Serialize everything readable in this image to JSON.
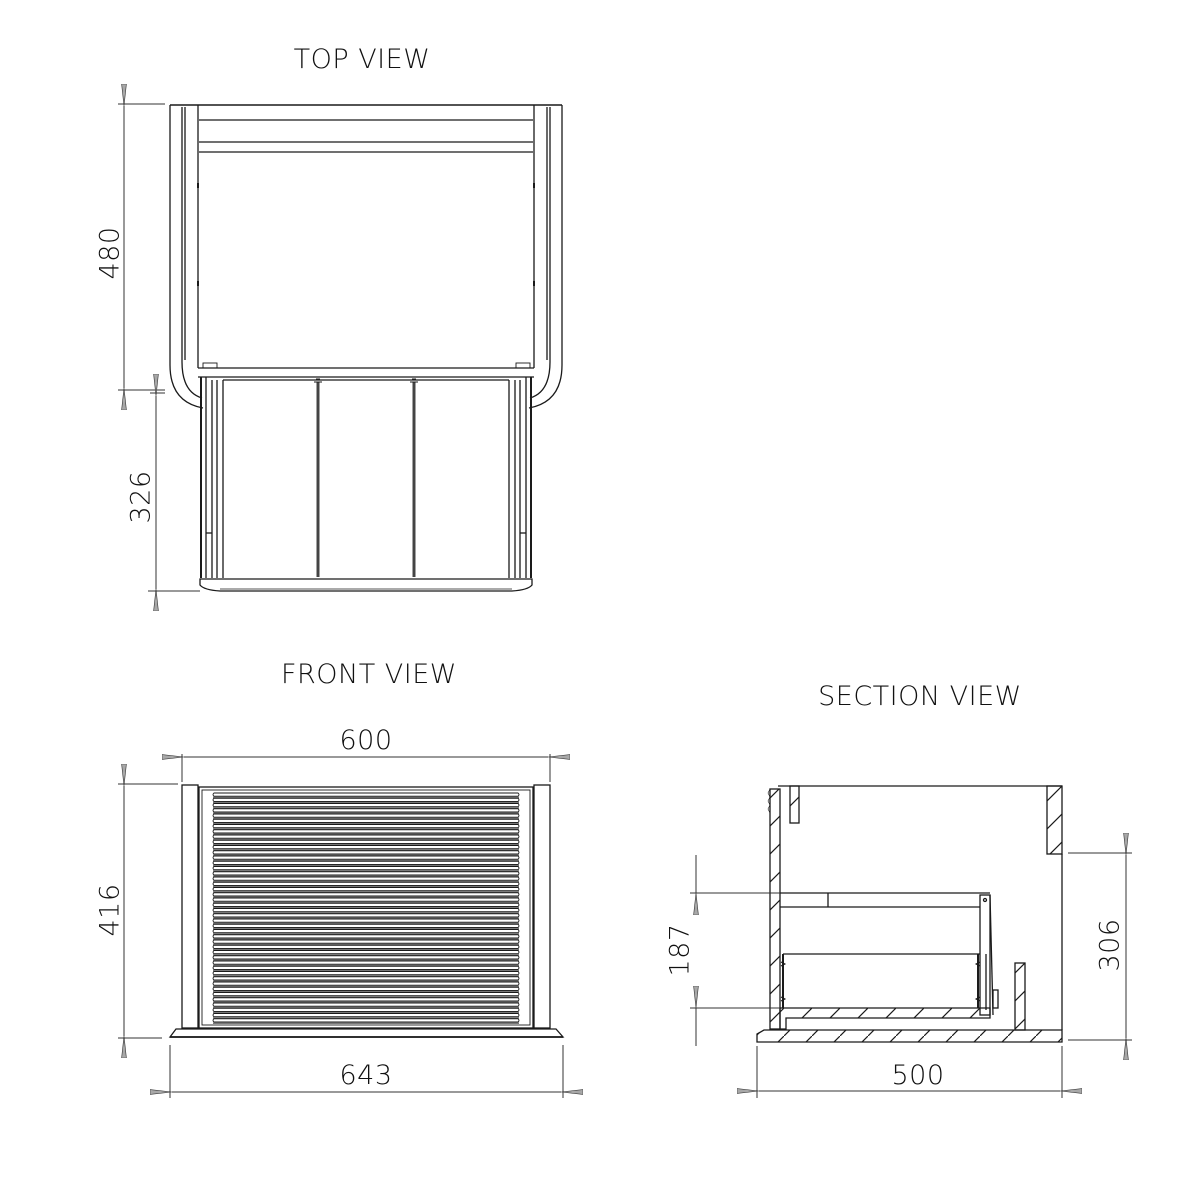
{
  "views": {
    "top": {
      "title": "TOP VIEW",
      "dimensions": {
        "depth_mm": "480",
        "extension_mm": "326"
      }
    },
    "front": {
      "title": "FRONT VIEW",
      "dimensions": {
        "inner_width_mm": "600",
        "base_width_mm": "643",
        "height_mm": "416"
      },
      "slat_count": 44
    },
    "section": {
      "title": "SECTION VIEW",
      "dimensions": {
        "drawer_height_mm": "187",
        "cabinet_depth_mm": "500",
        "opening_height_mm": "306"
      }
    }
  },
  "colors": {
    "line": "#1a1a1a",
    "dim_line": "#333333",
    "arrow_fill": "#9a9a9a",
    "slat": "#777777",
    "background": "#ffffff"
  }
}
